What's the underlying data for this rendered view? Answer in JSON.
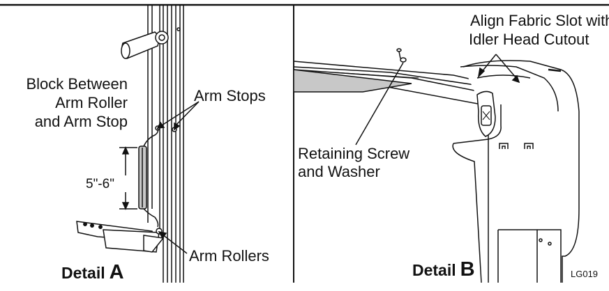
{
  "detail_a": {
    "block_label": [
      "Block Between",
      "Arm Roller",
      "and Arm Stop"
    ],
    "arm_stops_label": "Arm Stops",
    "arm_rollers_label": "Arm Rollers",
    "dimension_label": "5\"-6\"",
    "caption_word": "Detail",
    "caption_letter": "A"
  },
  "detail_b": {
    "align_label": [
      "Align Fabric Slot with",
      "Idler Head Cutout"
    ],
    "screw_label": [
      "Retaining Screw",
      "and Washer"
    ],
    "caption_word": "Detail",
    "caption_letter": "B"
  },
  "figure_code": "LG019",
  "colors": {
    "line": "#111111",
    "fabric": "#c8c8c8",
    "background": "#ffffff"
  }
}
